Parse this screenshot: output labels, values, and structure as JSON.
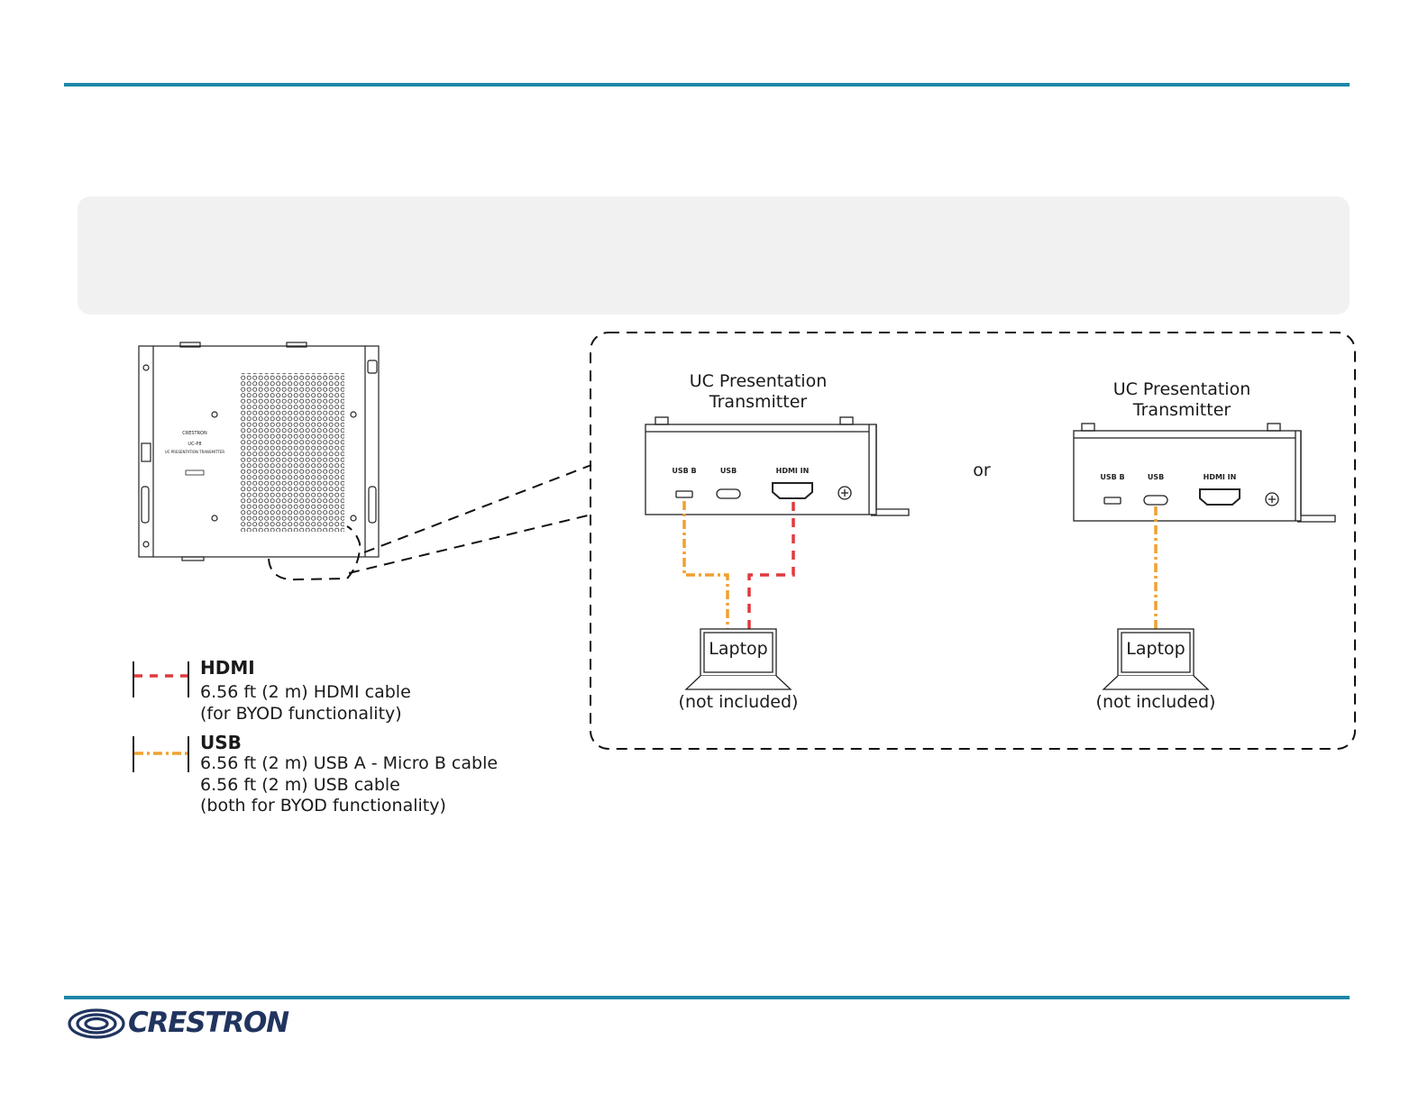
{
  "transmitter_left": {
    "title_line1": "UC Presentation",
    "title_line2": "Transmitter",
    "ports": [
      "USB B",
      "USB",
      "HDMI IN"
    ]
  },
  "transmitter_right": {
    "title_line1": "UC Presentation",
    "title_line2": "Transmitter",
    "ports": [
      "USB B",
      "USB",
      "HDMI IN"
    ]
  },
  "or_label": "or",
  "laptop_left": {
    "label": "Laptop",
    "note": "(not included)"
  },
  "laptop_right": {
    "label": "Laptop",
    "note": "(not included)"
  },
  "legend": {
    "hdmi": {
      "title": "HDMI",
      "lines": [
        "6.56 ft (2 m) HDMI cable",
        "(for BYOD functionality)"
      ],
      "color": "#e03a3e"
    },
    "usb": {
      "title": "USB",
      "lines": [
        "6.56 ft (2 m) USB A - Micro B cable",
        "6.56 ft (2 m) USB cable",
        "(both for BYOD functionality)"
      ],
      "color": "#f0a030"
    }
  },
  "device_rear": {
    "brand": "CRESTRON",
    "model": "UC-P8",
    "name": "UC PRESENTATION TRANSMITTER"
  },
  "brand": {
    "name": "CRESTRON",
    "color": "#20345f"
  },
  "accent_color": "#1c87a8"
}
